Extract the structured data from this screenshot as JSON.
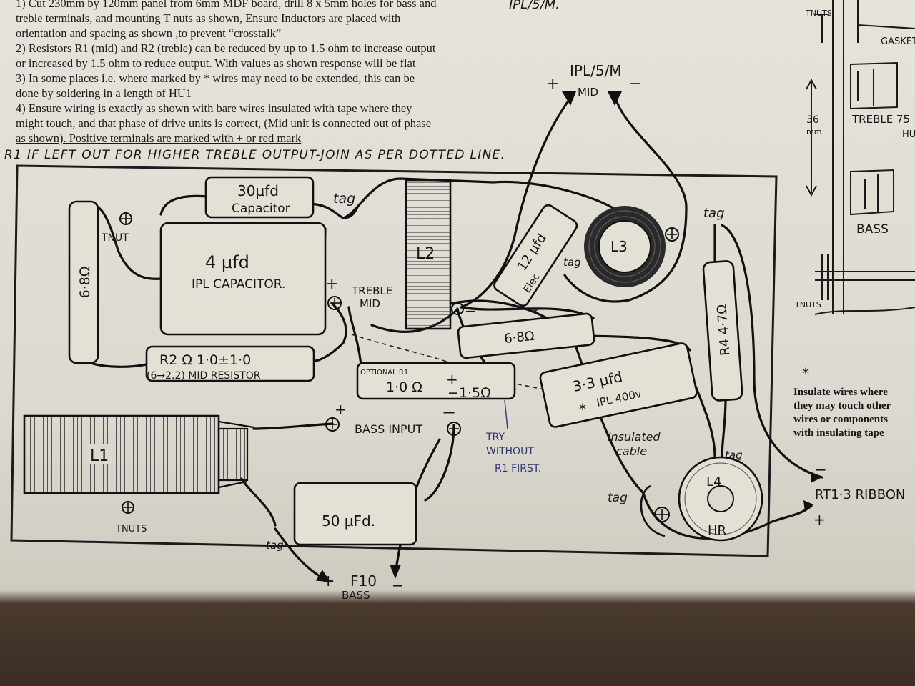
{
  "notes": {
    "line1": "1) Cut 230mm by 120mm panel from 6mm MDF board, drill 8 x 5mm holes for bass and",
    "line2": "treble terminals, and mounting T nuts as shown, Ensure Inductors are placed with",
    "line3": "orientation and spacing as shown ,to prevent “crosstalk”",
    "line4": "2) Resistors R1 (mid) and R2 (treble) can be reduced by up to 1.5 ohm to increase output",
    "line5": "or increased by 1.5 ohm to reduce output. With values as shown response will be flat",
    "line6": "3) In some places i.e. where marked by *  wires may need to be extended, this can be",
    "line7": "done by soldering in a length of HU1",
    "line8": "4) Ensure wiring is exactly as shown with bare wires insulated with tape where they",
    "line9": "might touch, and that phase of drive units is correct, (Mid unit is connected out of phase",
    "line10": "as shown). Positive terminals are marked with + or red mark"
  },
  "top_right_label": "IPL/5/M.",
  "r1_note": "R1 IF LEFT OUT FOR HIGHER TREBLE OUTPUT-JOIN AS PER DOTTED LINE.",
  "mid_output": {
    "name": "IPL/5/M",
    "sub": "MID",
    "plus": "+",
    "minus": "−"
  },
  "components": {
    "c30": {
      "line1": "30µfd",
      "line2": "Capacitor"
    },
    "c4": {
      "line1": "4 µfd",
      "line2": "IPL CAPACITOR."
    },
    "r68_left": "6·8Ω",
    "l2": "L2",
    "c12": {
      "line1": "12 µfd",
      "line2": "Elec"
    },
    "l3": "L3",
    "r68_mid": "6·8Ω",
    "r2": {
      "line1": "R2  Ω   1·0±1·0",
      "line2": "(6→2.2) MID RESISTOR"
    },
    "r1": {
      "tag": "OPTIONAL R1",
      "line1": "1·0  Ω",
      "line2": "−1·5Ω"
    },
    "c33": {
      "line1": "3·3  µfd",
      "line2": "IPL 400v"
    },
    "r4": "R4  4·7Ω",
    "l1": "L1",
    "c50": "50 µFd.",
    "l4": {
      "line1": "L4",
      "line2": "HR"
    }
  },
  "labels": {
    "tnut_top": "TNUT",
    "tnuts_bottom": "TNUTS",
    "tag1": "tag",
    "tag2": "tag",
    "tag3": "tag",
    "tag4": "tag",
    "tag5": "tag",
    "tag6": "tag",
    "treble_mid": {
      "line1": "TREBLE",
      "line2": "MID"
    },
    "bass_input": "BASS INPUT",
    "try_without": {
      "line1": "TRY",
      "line2": "WITHOUT",
      "line3": "R1 FIRST."
    },
    "insulated_cable": {
      "line1": "insulated",
      "line2": "cable"
    },
    "rt": "RT1·3 RIBBON",
    "f10": "F10",
    "f10_sub": "BASS",
    "plus": "+",
    "minus": "−",
    "asterisk": "*"
  },
  "insulate_note": {
    "star": "*",
    "line1": "Insulate wires where",
    "line2": "they may touch other",
    "line3": "wires or components",
    "line4": "with insulating tape"
  },
  "side_view": {
    "tnuts_top": "TNUTS",
    "gasket": "GASKET",
    "treble": "TREBLE 75",
    "treble_h": "HU",
    "dim": "36",
    "dim_unit": "mm",
    "bass": "BASS",
    "tnuts_bottom": "TNUTS"
  }
}
